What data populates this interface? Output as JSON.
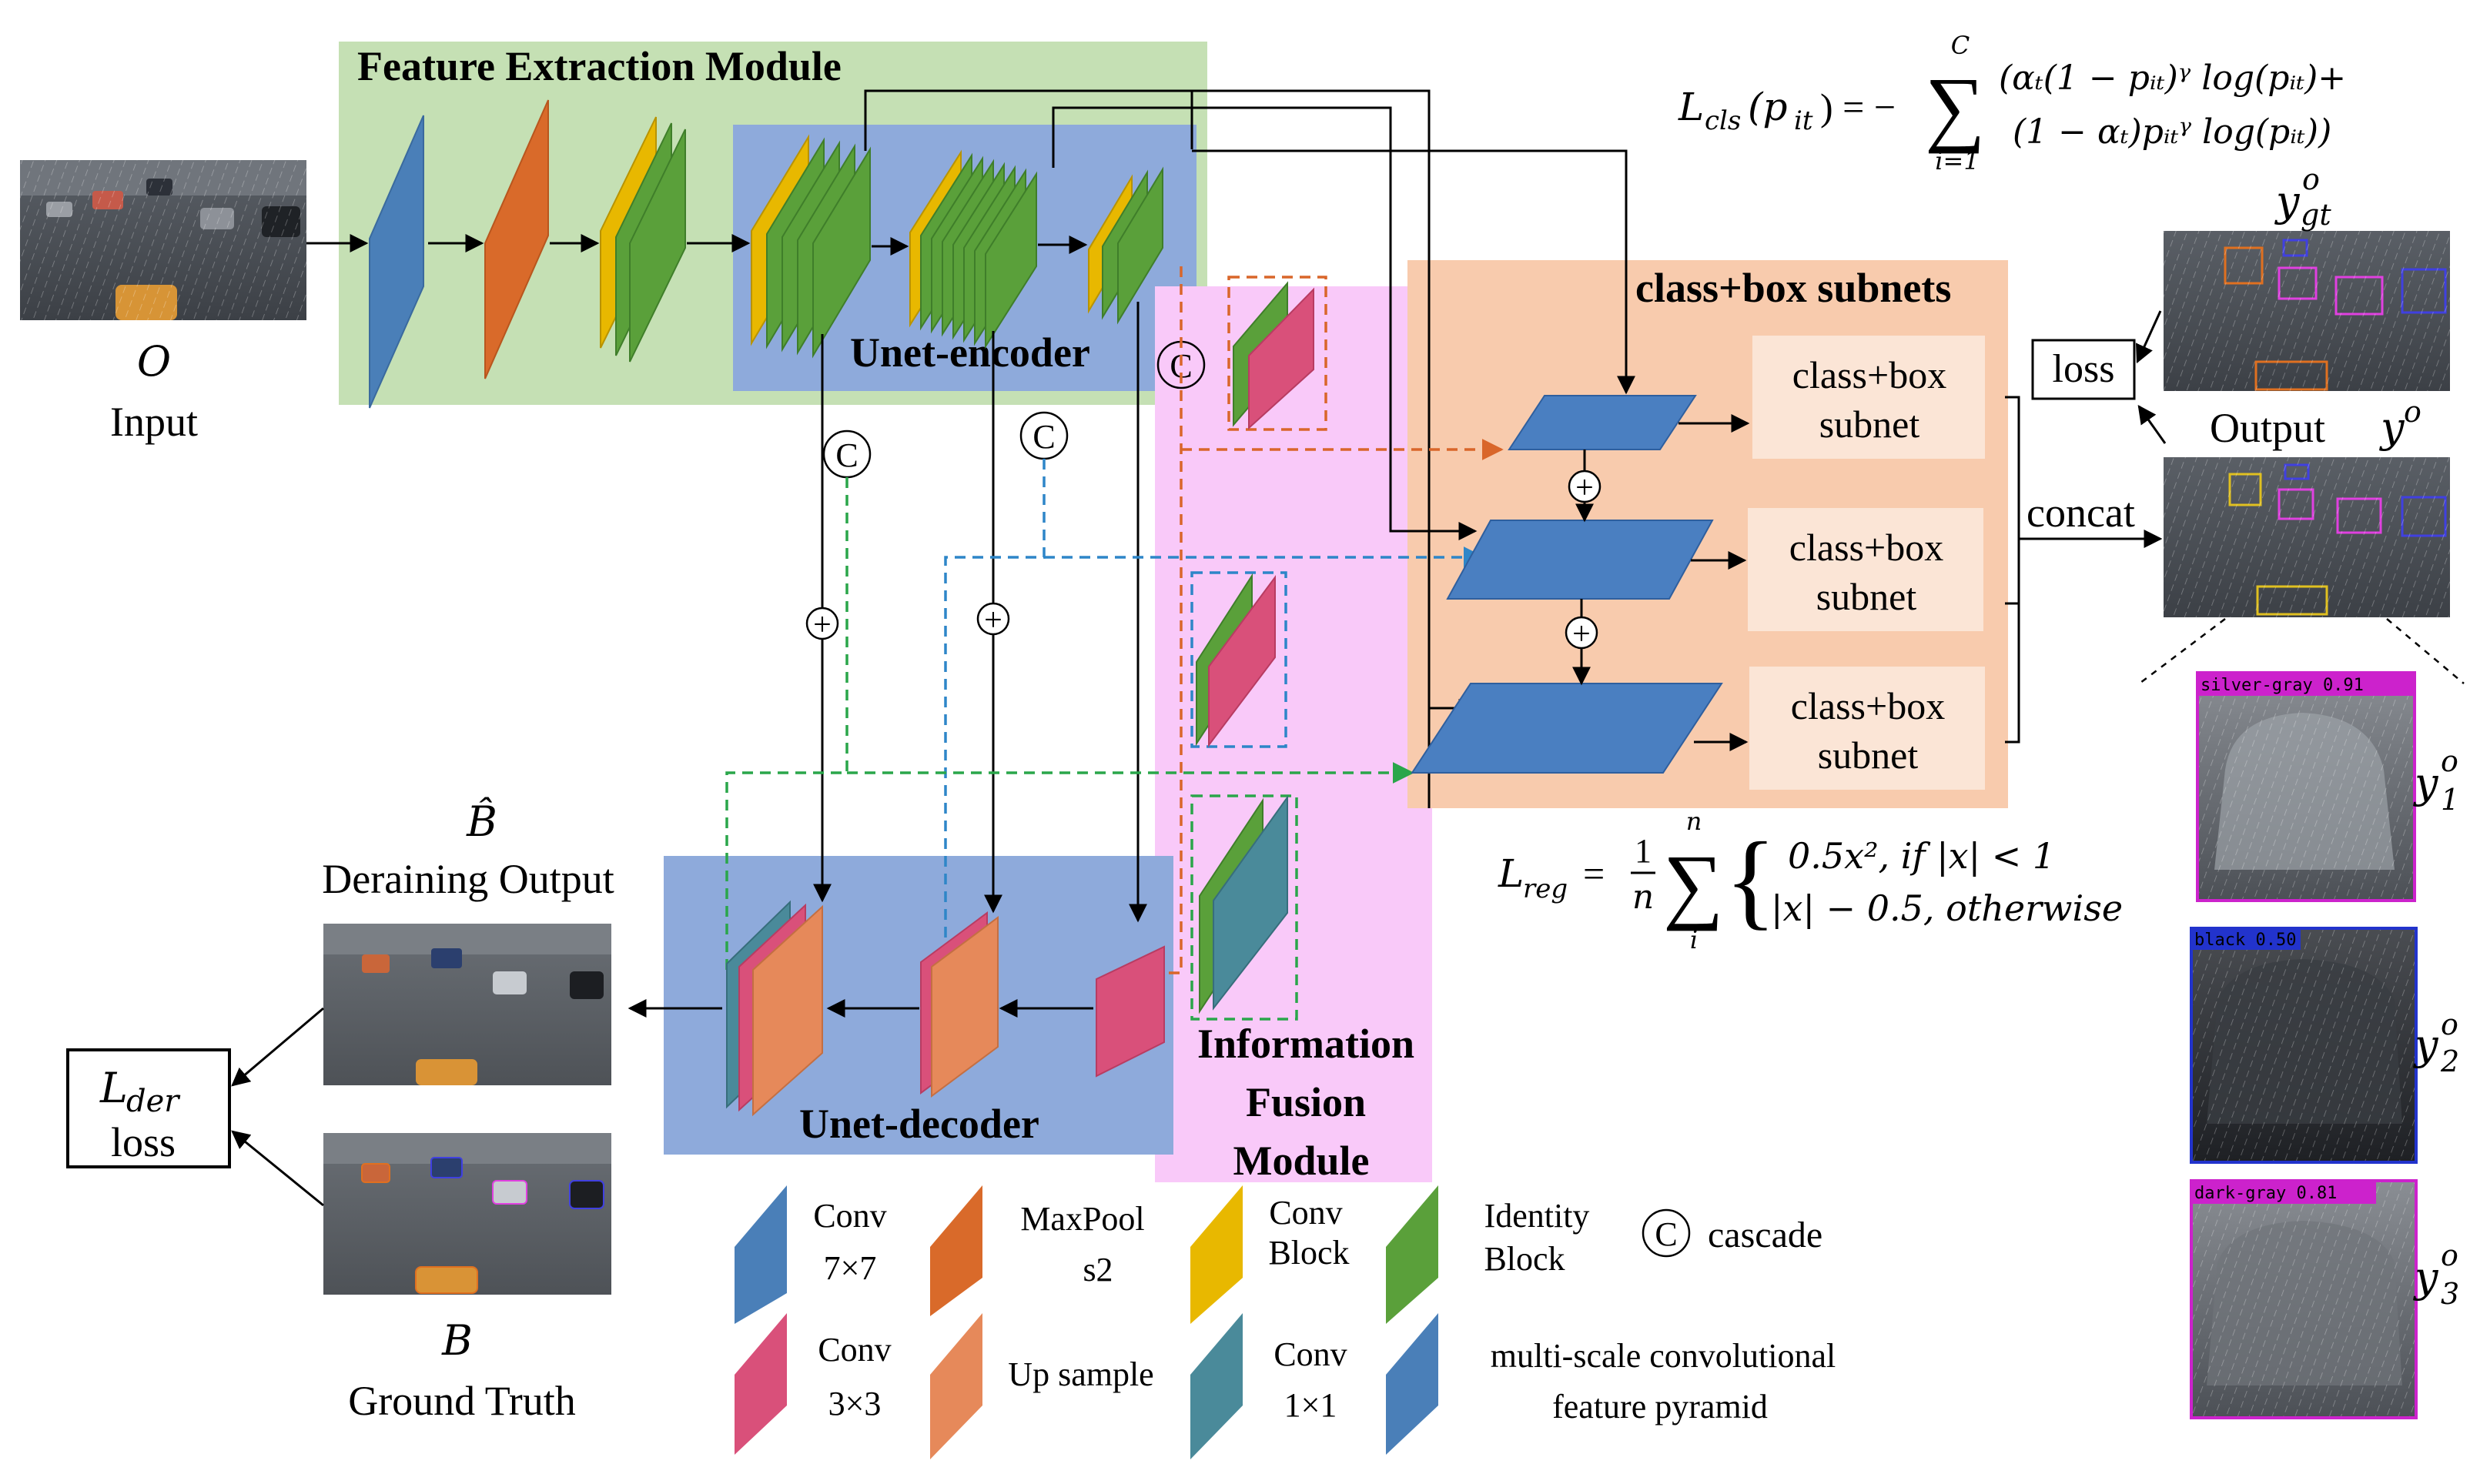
{
  "modules": {
    "feature_extraction": "Feature Extraction Module",
    "unet_encoder": "Unet-encoder",
    "unet_decoder": "Unet-decoder",
    "fusion_line1": "Information",
    "fusion_line2": "Fusion",
    "fusion_line3": "Module",
    "subnets_title": "class+box subnets"
  },
  "subnet_label_line1": "class+box",
  "subnet_label_line2": "subnet",
  "input": {
    "symbol": "O",
    "label": "Input"
  },
  "derain": {
    "symbol": "B̂",
    "label": "Deraining Output"
  },
  "ground_truth": {
    "symbol": "B",
    "label": "Ground Truth"
  },
  "output": {
    "label": "Output",
    "symbol": "y",
    "sup": "o"
  },
  "ygt": {
    "symbol": "y",
    "sup": "o",
    "sub": "gt"
  },
  "loss_label": "loss",
  "concat_label": "concat",
  "lder": {
    "symbol": "L",
    "sub": "der",
    "label": "loss"
  },
  "cascade_glyph": "C",
  "plus_glyph": "+",
  "formulas": {
    "cls_lhs": "L",
    "cls_lhs_sub": "cls",
    "cls_arg": "(p",
    "cls_arg_sub": "it",
    "cls_arg_end": ") = −",
    "cls_sum_top": "C",
    "cls_sum_bottom": "i=1",
    "cls_line1": "(αₜ(1 − pᵢₜ)ᵞ log(pᵢₜ)+",
    "cls_line2": "(1 − αₜ)pᵢₜᵞ log(pᵢₜ))",
    "reg_lhs": "L",
    "reg_lhs_sub": "reg",
    "reg_eq": "=",
    "reg_frac_num": "1",
    "reg_frac_den": "n",
    "reg_sum_top": "n",
    "reg_sum_bottom": "i",
    "reg_case1": "0.5x², if |x| < 1",
    "reg_case2": "|x| − 0.5, otherwise"
  },
  "detections": [
    {
      "label": "silver-gray 0.91",
      "color": "#cc22cc",
      "symbol": "y",
      "sup": "o",
      "sub": "1"
    },
    {
      "label": "black 0.50",
      "color": "#2233cc",
      "symbol": "y",
      "sup": "o",
      "sub": "2"
    },
    {
      "label": "dark-gray 0.81",
      "color": "#cc22cc",
      "symbol": "y",
      "sup": "o",
      "sub": "3"
    }
  ],
  "legend": [
    {
      "line1": "Conv",
      "line2": "7×7",
      "color": "#4a7fb8"
    },
    {
      "line1": "MaxPool",
      "line2": "s2",
      "color": "#d96a2a"
    },
    {
      "line1": "Conv",
      "line2": "Block",
      "color": "#e8b800"
    },
    {
      "line1": "Identity",
      "line2": "Block",
      "color": "#5aa03a"
    },
    {
      "line1": "cascade",
      "line2": "",
      "color": "#000000"
    },
    {
      "line1": "Conv",
      "line2": "3×3",
      "color": "#d9507a"
    },
    {
      "line1": "Up sample",
      "line2": "",
      "color": "#e6895a"
    },
    {
      "line1": "Conv",
      "line2": "1×1",
      "color": "#4a8a9a"
    },
    {
      "line1": "multi-scale convolutional",
      "line2": "feature pyramid",
      "color": "#4a7fb8"
    }
  ],
  "colors": {
    "feature_bg": "#c5e0b4",
    "unet_bg": "#8eaadb",
    "fusion_bg": "#f9c9f9",
    "subnets_bg": "#f8cbad",
    "subnet_box": "#fbe5d6",
    "pyramid": "#4a7fc1",
    "orange_dash": "#d9662a",
    "blue_dash": "#2e86c8",
    "green_dash": "#2aa64a"
  }
}
